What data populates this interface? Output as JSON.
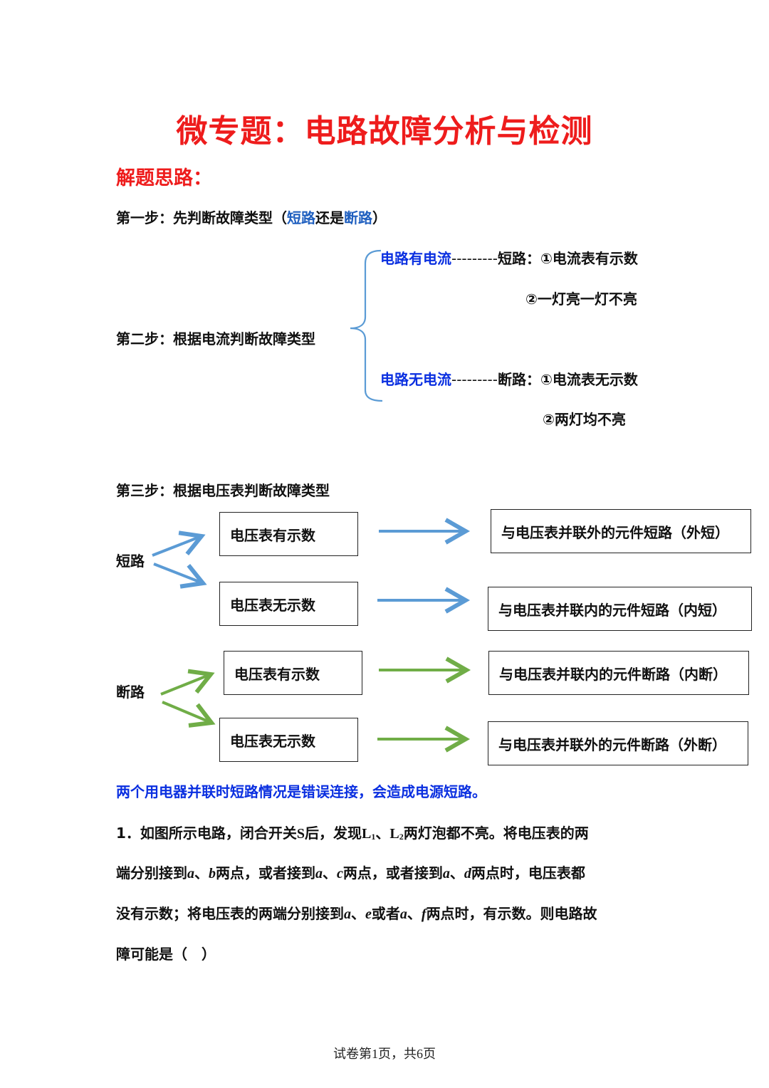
{
  "title": "微专题：电路故障分析与检测",
  "subtitle": "解题思路：",
  "step1": {
    "prefix": "第一步：先判断故障类型（",
    "short": "短路",
    "mid": "还是",
    "open": "断路",
    "suffix": "）"
  },
  "step2": {
    "label": "第二步：根据电流判断故障类型",
    "upper": {
      "head": "电路有电流",
      "dashes": "---------",
      "type": "短路：",
      "item1": "①电流表有示数",
      "item2": "②一灯亮一灯不亮"
    },
    "lower": {
      "head": "电路无电流",
      "dashes": "---------",
      "type": "断路：",
      "item1": "①电流表无示数",
      "item2": "②两灯均不亮"
    }
  },
  "step3": {
    "label": "第三步：根据电压表判断故障类型",
    "short_label": "短路",
    "open_label": "断路",
    "rows": [
      {
        "reading": "电压表有示数",
        "result": "与电压表并联外的元件短路（外短）"
      },
      {
        "reading": "电压表无示数",
        "result": "与电压表并联内的元件短路（内短）"
      },
      {
        "reading": "电压表有示数",
        "result": "与电压表并联内的元件断路（内断）"
      },
      {
        "reading": "电压表无示数",
        "result": "与电压表并联外的元件断路（外断）"
      }
    ],
    "colors": {
      "short": "#5b9bd5",
      "open": "#70ad47"
    }
  },
  "note": "两个用电器并联时短路情况是错误连接，会造成电源短路。",
  "question": {
    "l1": {
      "a": "1．如图所示电路，闭合开关",
      "s": "S",
      "b": "后，发现",
      "L": "L",
      "s1": "1",
      "c": "、",
      "L2": "L",
      "s2": "2",
      "d": "两灯泡都不亮。将电压表的两"
    },
    "l2": {
      "a": "端分别接到",
      "v1": "a",
      "b": "、",
      "v2": "b",
      "c": "两点，或者接到",
      "v3": "a",
      "d": "、",
      "v4": "c",
      "e": "两点，或者接到",
      "v5": "a",
      "f": "、",
      "v6": "d",
      "g": "两点时，电压表都"
    },
    "l3": {
      "a": "没有示数；将电压表的两端分别接到",
      "v1": "a",
      "b": "、",
      "v2": "e",
      "c": "或者",
      "v3": "a",
      "d": "、",
      "v4": "f",
      "e": "两点时，有示数。则电路故"
    },
    "l4": "障可能是（　）"
  },
  "footer": "试卷第1页，共6页"
}
